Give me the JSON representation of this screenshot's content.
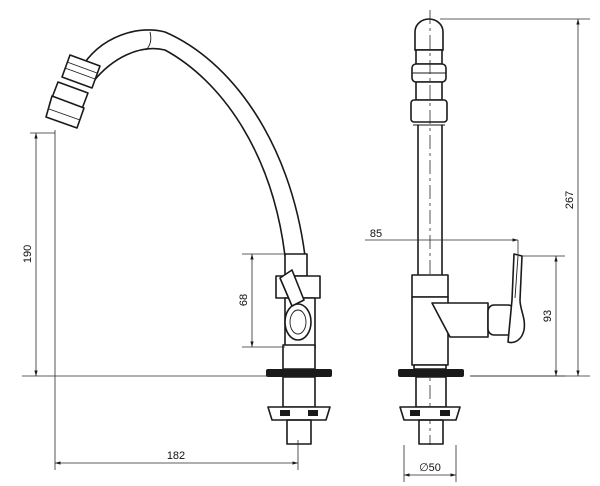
{
  "dimensions": {
    "side_reach": "182",
    "side_height": "190",
    "handle_height": "68",
    "front_total_height": "267",
    "front_offset": "85",
    "front_handle_height": "93",
    "thread_diameter": "∅50"
  }
}
